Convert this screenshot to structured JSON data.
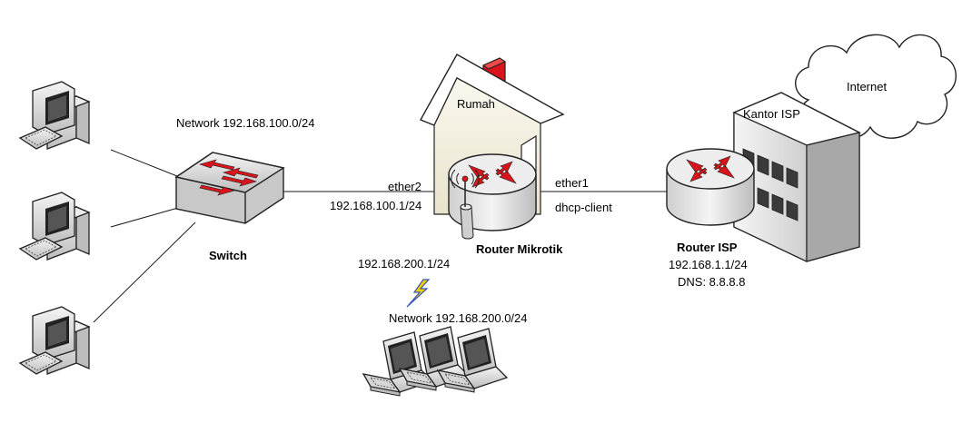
{
  "labels": {
    "network_lan": "Network 192.168.100.0/24",
    "switch": "Switch",
    "ether2": "ether2",
    "ip_lan": "192.168.100.1/24",
    "router_mikrotik": "Router Mikrotik",
    "ip_wlan": "192.168.200.1/24",
    "network_wlan": "Network 192.168.200.0/24",
    "ether1": "ether1",
    "dhcp": "dhcp-client",
    "rumah": "Rumah",
    "router_isp": "Router ISP",
    "ip_isp": "192.168.1.1/24",
    "dns": "DNS: 8.8.8.8",
    "kantor": "Kantor ISP",
    "internet": "Internet"
  },
  "colors": {
    "line": "#1a1a1a",
    "arrow": "#d9141a",
    "device_gray": "#d8d8d8",
    "house_wall": "#f2eedf",
    "chimney": "#d9141a",
    "bolt": "#f0d000",
    "bolt_edge": "#3a55b5"
  },
  "icons": {
    "pc": "desktop-computer-icon",
    "switch": "network-switch-icon",
    "router": "router-icon",
    "antenna": "antenna-icon",
    "house": "house-icon",
    "building": "office-building-icon",
    "cloud": "cloud-icon",
    "laptop": "laptop-icon",
    "wireless": "lightning-bolt-icon"
  }
}
